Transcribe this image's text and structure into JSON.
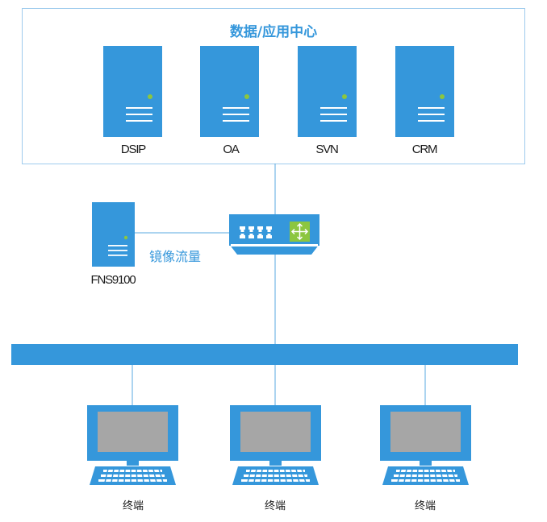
{
  "datacenter": {
    "title": "数据/应用中心",
    "servers": [
      {
        "label": "DSIP"
      },
      {
        "label": "OA"
      },
      {
        "label": "SVN"
      },
      {
        "label": "CRM"
      }
    ]
  },
  "monitor": {
    "label": "FNS9100",
    "link_label": "镜像流量"
  },
  "terminals": [
    {
      "label": "终端"
    },
    {
      "label": "终端"
    },
    {
      "label": "终端"
    }
  ],
  "colors": {
    "primary": "#3597db",
    "line": "#5aa8e0",
    "text": "#1a1a1a",
    "accent_green": "#8cc63f",
    "screen_gray": "#a6a6a6",
    "frame": "#9ecbed"
  }
}
